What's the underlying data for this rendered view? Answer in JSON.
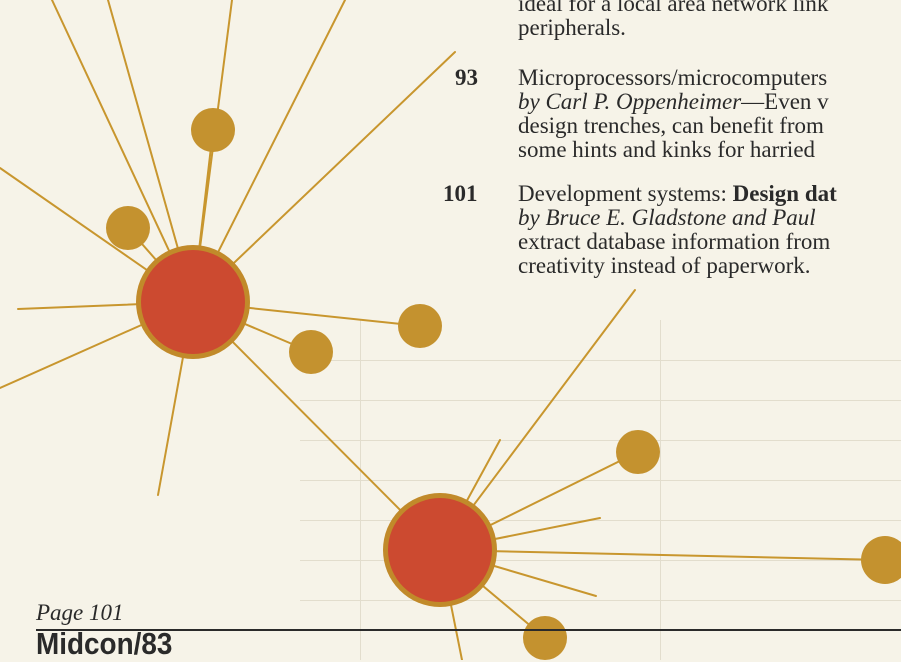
{
  "entries": [
    {
      "number": "",
      "lines": [
        {
          "parts": [
            {
              "text": "ideal for a local area network link",
              "style": "normal"
            }
          ]
        },
        {
          "parts": [
            {
              "text": "peripherals.",
              "style": "normal"
            }
          ]
        }
      ]
    },
    {
      "number": "93",
      "lines": [
        {
          "parts": [
            {
              "text": "Microprocessors/microcomputers",
              "style": "normal"
            }
          ]
        },
        {
          "parts": [
            {
              "text": "by Carl P. Oppenheimer",
              "style": "italic"
            },
            {
              "text": "—Even v",
              "style": "normal"
            }
          ]
        },
        {
          "parts": [
            {
              "text": "design trenches, can benefit from",
              "style": "normal"
            }
          ]
        },
        {
          "parts": [
            {
              "text": "some hints and kinks for harried",
              "style": "normal"
            }
          ]
        }
      ]
    },
    {
      "number": "101",
      "lines": [
        {
          "parts": [
            {
              "text": "Development systems: ",
              "style": "normal"
            },
            {
              "text": "Design dat",
              "style": "bold"
            }
          ]
        },
        {
          "parts": [
            {
              "text": "by Bruce E. Gladstone and Paul",
              "style": "italic"
            }
          ]
        },
        {
          "parts": [
            {
              "text": "extract database information from",
              "style": "normal"
            }
          ]
        },
        {
          "parts": [
            {
              "text": "creativity instead of paperwork.",
              "style": "normal"
            }
          ]
        }
      ]
    }
  ],
  "caption": "Page 101",
  "heading": "Midcon/83",
  "colors": {
    "paper": "#f6f3e8",
    "spoke": "#c8962e",
    "hub_fill": "#cc4a30",
    "hub_ring": "#c18a2a",
    "satellite": "#c4922f",
    "ink": "#2a2a2a"
  }
}
